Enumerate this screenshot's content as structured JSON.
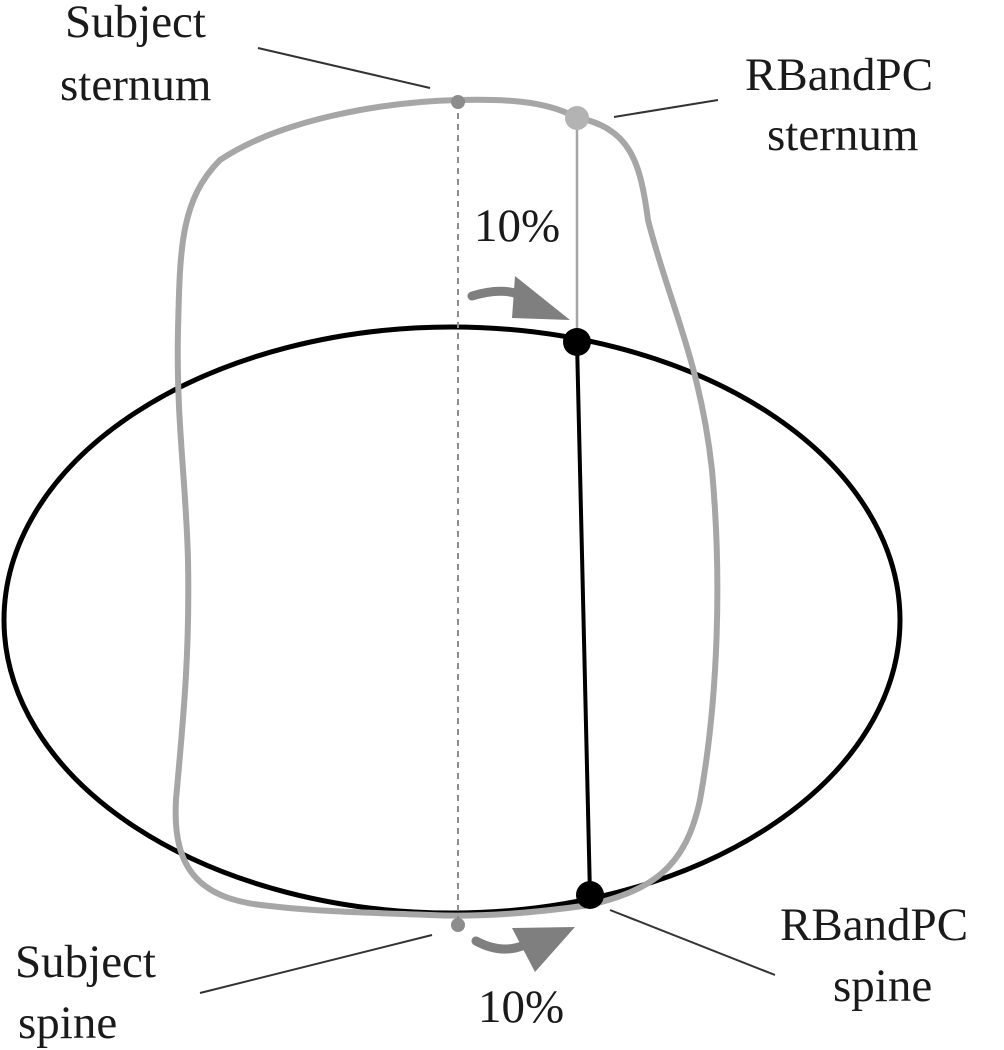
{
  "labels": {
    "subject_sternum": [
      "Subject",
      "sternum"
    ],
    "rbandpc_sternum": [
      "RBandPC",
      "sternum"
    ],
    "subject_spine": [
      "Subject",
      "spine"
    ],
    "rbandpc_spine": [
      "RBandPC",
      "spine"
    ],
    "rotation_top": "10%",
    "rotation_bottom": "10%"
  },
  "colors": {
    "background": "#ffffff",
    "ellipse": "#000000",
    "subject_outline": "#a6a6a6",
    "arrow": "#7f7f7f",
    "leader_line": "#333333",
    "subject_point": "#8c8c8c",
    "rbandpc_sternum_point": "#b3b3b3",
    "rbandpc_point": "#000000"
  }
}
